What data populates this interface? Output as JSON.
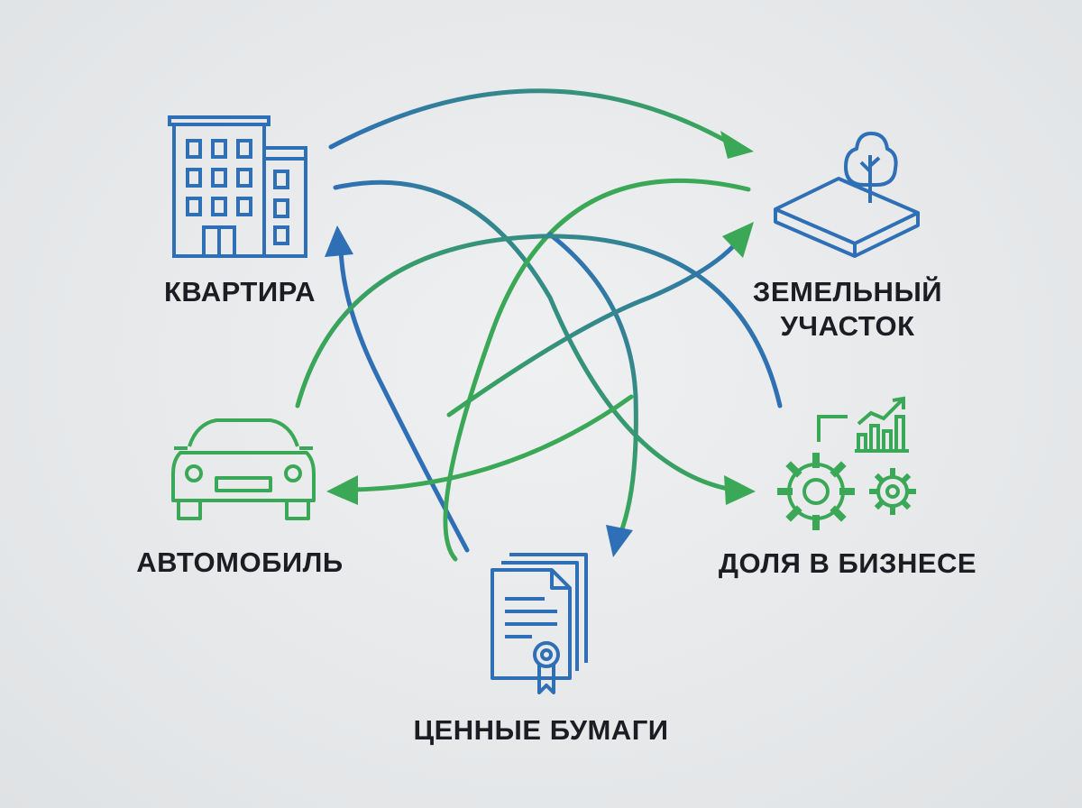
{
  "nodes": {
    "apartment": {
      "label": "КВАРТИРА",
      "icon": "building-icon"
    },
    "land": {
      "label_line1": "ЗЕМЕЛЬНЫЙ",
      "label_line2": "УЧАСТОК",
      "icon": "land-plot-tree-icon"
    },
    "business": {
      "label": "ДОЛЯ В БИЗНЕСЕ",
      "icon": "gears-growth-chart-icon"
    },
    "car": {
      "label": "АВТОМОБИЛЬ",
      "icon": "car-icon"
    },
    "securities": {
      "label": "ЦЕННЫЕ БУМАГИ",
      "icon": "certificate-documents-icon"
    }
  },
  "colors": {
    "blue": "#2f6fb5",
    "green": "#3aa856",
    "label": "#1b1d22",
    "background": "#e6e8ea"
  },
  "connections": [
    {
      "from": "apartment",
      "to": "land"
    },
    {
      "from": "apartment",
      "to": "business"
    },
    {
      "from": "securities",
      "to": "apartment"
    },
    {
      "from": "land",
      "to": "securities"
    },
    {
      "from": "car",
      "to": "land"
    },
    {
      "from": "business",
      "to": "car"
    }
  ]
}
